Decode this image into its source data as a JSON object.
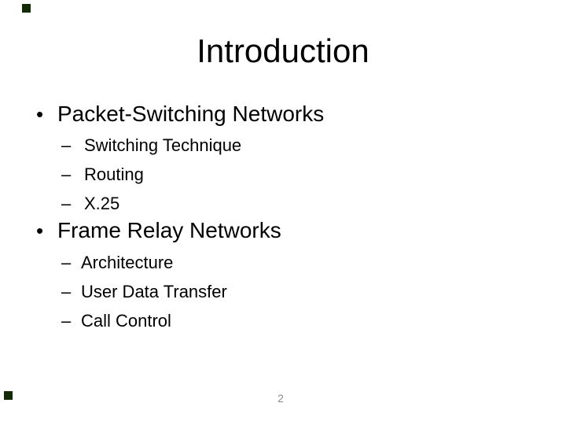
{
  "slide": {
    "title": "Introduction",
    "page_number": "2",
    "level1_bullet_char": "•",
    "level2_bullet_char": "–",
    "sections": [
      {
        "heading": "Packet-Switching Networks",
        "items": [
          "Switching Technique",
          "Routing",
          "X.25"
        ]
      },
      {
        "heading": "Frame Relay Networks",
        "items": [
          "Architecture",
          "User Data Transfer",
          "Call Control"
        ]
      }
    ]
  },
  "colors": {
    "text": "#000000",
    "page_number": "#8a8a8a",
    "corner_marker": "#142906"
  }
}
